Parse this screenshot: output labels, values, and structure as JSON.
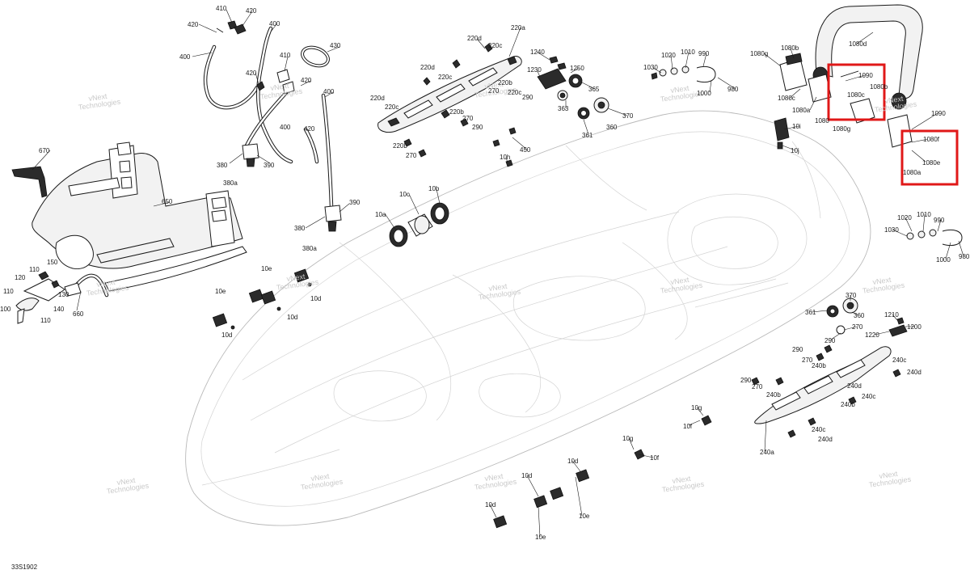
{
  "diagram": {
    "reference_code": "33S1902",
    "watermark_lines": [
      "vNext",
      "Technologies"
    ],
    "colors": {
      "highlight": "#e01818",
      "line": "#1a1a1a",
      "hull": "#b9b9b9",
      "watermark": "#c9c9c9"
    },
    "labels": {
      "p410": "410",
      "p420a": "420",
      "p420b": "420",
      "p420c": "420",
      "p420d": "420",
      "p420e": "420",
      "p400a": "400",
      "p400b": "400",
      "p400c": "400",
      "p400d": "400",
      "p430": "430",
      "p410b": "410",
      "p380a": "380",
      "p380b": "380",
      "p380aa": "380a",
      "p380ab": "380a",
      "p390a": "390",
      "p390b": "390",
      "p670": "670",
      "p650": "650",
      "p660": "660",
      "p150": "150",
      "p120": "120",
      "p110a": "110",
      "p110b": "110",
      "p110c": "110",
      "p130": "130",
      "p140": "140",
      "p100": "100",
      "p10e_a": "10e",
      "p10e_b": "10e",
      "p10d_a": "10d",
      "p10d_b": "10d",
      "p10d_c": "10d",
      "p220a": "220a",
      "p220b": "220b",
      "p220c": "220c",
      "p220d": "220d",
      "p220c2": "220c",
      "p220d2": "220d",
      "p220e": "220d",
      "p220c3": "220c",
      "p220b2": "220b",
      "p220c4": "220c",
      "p220b3": "220b",
      "p270a": "270",
      "p270b": "270",
      "p270c": "270",
      "p290a": "290",
      "p290b": "290",
      "p1240": "1240",
      "p1230": "1230",
      "p1250": "1250",
      "p365": "365",
      "p363": "363",
      "p370": "370",
      "p361": "361",
      "p360": "360",
      "p450": "450",
      "p10h": "10h",
      "p10a": "10a",
      "p10b": "10b",
      "p10c": "10c",
      "p1030": "1030",
      "p1020": "1020",
      "p1010": "1010",
      "p990": "990",
      "p1000": "1000",
      "p980": "980",
      "p1080b": "1080b",
      "p1080d": "1080d",
      "p1080g": "1080g",
      "p1080c": "1080c",
      "p1080a": "1080a",
      "p1080": "1080",
      "p1090a": "1090",
      "p1090b": "1090",
      "p1080f": "1080f",
      "p1080e": "1080e",
      "p1080a2": "1080a",
      "p1080g2": "1080g",
      "p1080c2": "1080c",
      "p1080b2": "1080b",
      "p10i": "10i",
      "p10j": "10j",
      "p1030b": "1030",
      "p1020b": "1020",
      "p1010b": "1010",
      "p990b": "990",
      "p1000b": "1000",
      "p980b": "980",
      "p370b": "370",
      "p361b": "361",
      "p360b": "360",
      "p270d": "270",
      "p290c": "290",
      "p1210": "1210",
      "p1220": "1220",
      "p1200": "1200",
      "p290d": "290",
      "p270e": "270",
      "p240b": "240b",
      "p240c": "240c",
      "p240d": "240d",
      "p290e": "290",
      "p270f": "270",
      "p240b2": "240b",
      "p240d2": "240d",
      "p240c2": "240c",
      "p240b3": "240b",
      "p240c3": "240c",
      "p240d3": "240d",
      "p240a": "240a",
      "p10g": "10g",
      "p10f": "10f",
      "p10g2": "10g",
      "p10f2": "10f",
      "p10d2": "10d",
      "p10d3": "10d",
      "p10d4": "10d",
      "p10e2": "10e",
      "p10e3": "10e"
    }
  }
}
